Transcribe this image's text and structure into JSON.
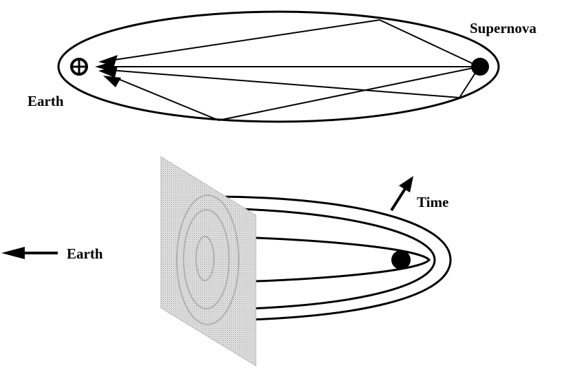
{
  "labels": {
    "supernova": "Supernova",
    "earth_top": "Earth",
    "earth_bottom": "Earth",
    "time": "Time"
  },
  "colors": {
    "ink": "#000000",
    "background": "#ffffff",
    "screen_fill": "#d6d6d6",
    "screen_rings": "#b0b0b0"
  },
  "icons": {
    "earth": "earth-symbol-icon",
    "supernova": "filled-circle-icon",
    "arrow": "arrow-icon"
  }
}
